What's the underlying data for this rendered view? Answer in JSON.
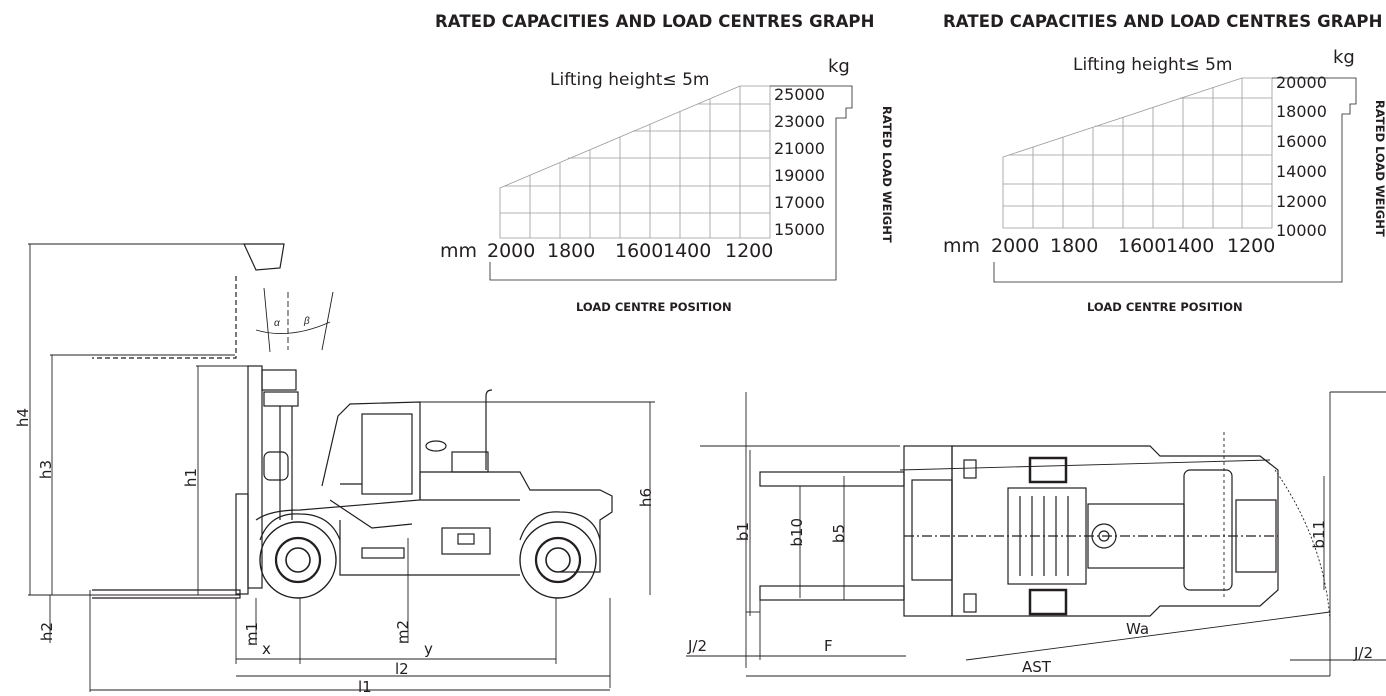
{
  "graph_left": {
    "title": "RATED CAPACITIES AND LOAD CENTRES GRAPH",
    "subtitle": "Lifting height≤ 5m",
    "y_unit": "kg",
    "y_ticks": [
      "25000",
      "23000",
      "21000",
      "19000",
      "17000",
      "15000"
    ],
    "x_unit": "mm",
    "x_ticks": [
      "2000",
      "1800",
      "1600",
      "1400",
      "1200"
    ],
    "y_axis_label": "RATED LOAD WEIGHT",
    "x_axis_label": "LOAD CENTRE POSITION"
  },
  "graph_right": {
    "title": "RATED CAPACITIES AND LOAD CENTRES GRAPH",
    "subtitle": "Lifting height≤ 5m",
    "y_unit": "kg",
    "y_ticks": [
      "20000",
      "18000",
      "16000",
      "14000",
      "12000",
      "10000"
    ],
    "x_unit": "mm",
    "x_ticks": [
      "2000",
      "1800",
      "1600",
      "1400",
      "1200"
    ],
    "y_axis_label": "RATED LOAD WEIGHT",
    "x_axis_label": "LOAD CENTRE POSITION"
  },
  "side_view": {
    "h4": "h4",
    "h3": "h3",
    "h1": "h1",
    "h2": "h2",
    "h6": "h6",
    "m1": "m1",
    "m2": "m2",
    "x": "x",
    "y": "y",
    "l2": "l2",
    "l1": "l1",
    "alpha": "α",
    "beta": "β"
  },
  "top_view": {
    "b1": "b1",
    "b10": "b10",
    "b5": "b5",
    "b11": "b11",
    "j2_left": "J/2",
    "j2_right": "J/2",
    "f": "F",
    "wa": "Wa",
    "ast": "AST"
  },
  "colors": {
    "ink": "#231f20",
    "grid": "#9a9a9a"
  }
}
